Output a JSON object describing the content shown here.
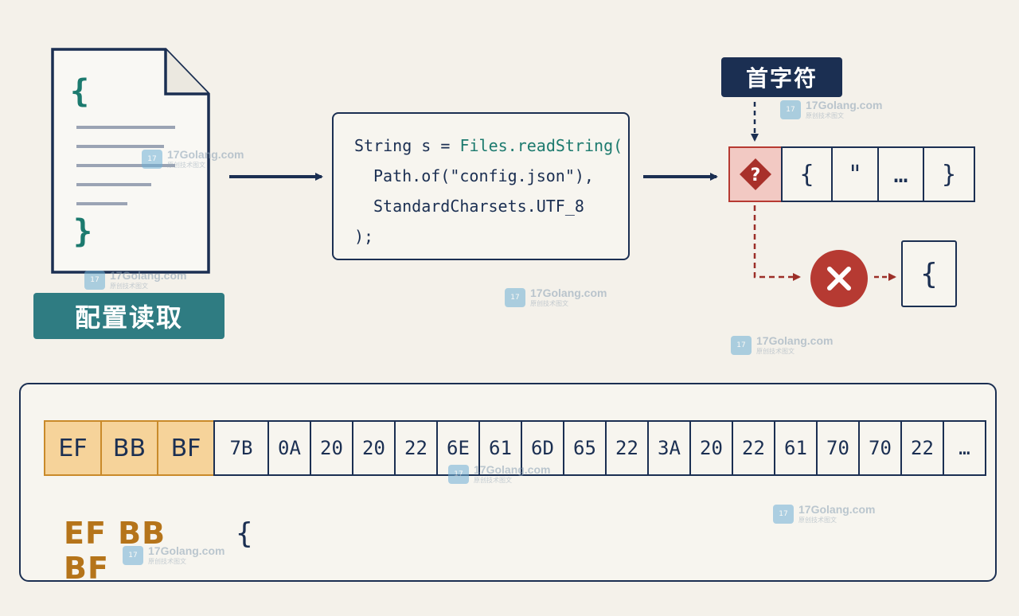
{
  "document": {
    "open_brace": "{",
    "close_brace": "}"
  },
  "label_config_read": "配置读取",
  "code": {
    "line1_a": "String s = ",
    "line1_b": "Files.readString(",
    "line2": "Path.of(\"config.json\"),",
    "line3": "StandardCharsets.UTF_8",
    "line4": ");"
  },
  "label_first_char": "首字符",
  "chars": [
    "?",
    "{",
    "\"",
    "…",
    "}"
  ],
  "result_char": "{",
  "bytes": {
    "bom": [
      "EF",
      "BB",
      "BF"
    ],
    "rest": [
      "7B",
      "0A",
      "20",
      "20",
      "22",
      "6E",
      "61",
      "6D",
      "65",
      "22",
      "3A",
      "20",
      "22",
      "61",
      "70",
      "70",
      "22",
      "…"
    ]
  },
  "bom_label": "EF BB BF",
  "brace_label": "{",
  "watermark": {
    "site": "17Golang.com",
    "sub": "原创技术图文",
    "logo": "17"
  },
  "colors": {
    "navy": "#1b2f52",
    "teal": "#2f7c82",
    "red": "#b63a32",
    "bom_fill": "#f6d39a",
    "bom_text": "#b5741a"
  }
}
